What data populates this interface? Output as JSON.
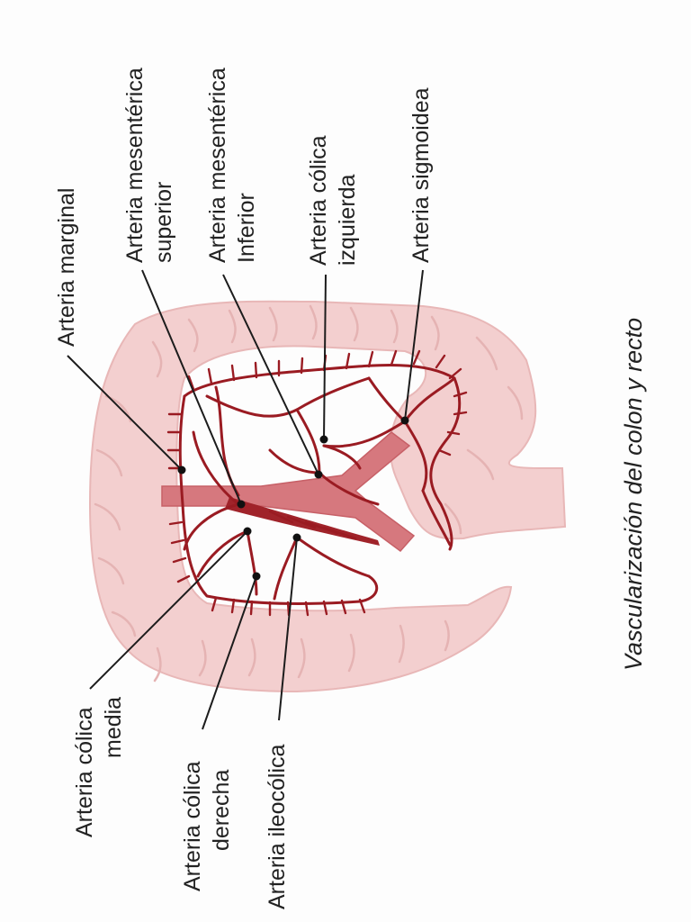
{
  "labels": {
    "marginal": "Arteria marginal",
    "sup_1": "Arteria mesentérica",
    "sup_2": "superior",
    "inf_1": "Arteria mesentérica",
    "inf_2": "Inferior",
    "izq_1": "Arteria cólica",
    "izq_2": "izquierda",
    "sigmoidea": "Arteria sigmoidea",
    "media_1": "Arteria cólica",
    "media_2": "media",
    "derecha_1": "Arteria cólica",
    "derecha_2": "derecha",
    "ileocolica": "Arteria ileocólica"
  },
  "caption": "Vascularización del colon y recto",
  "colors": {
    "colon": "#f3cfcf",
    "artery": "#9a1b22",
    "aorta": "#d6787e"
  }
}
